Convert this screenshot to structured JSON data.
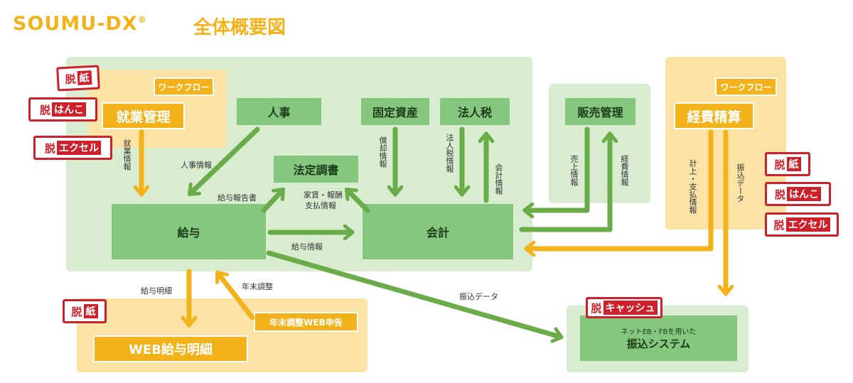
{
  "header": {
    "logo": "SOUMU-DX",
    "logo_mark": "®",
    "title": "全体概要図"
  },
  "colors": {
    "green_arrow": "#6aac4a",
    "yellow_arrow": "#f3b21a",
    "stamp_red": "#cf1f2a",
    "logo_yellow": "#f3b21a"
  },
  "boxes": {
    "jinji": "人事",
    "hotei": "法定調書",
    "kotei": "固定資産",
    "hojinzei": "法人税",
    "kyuyo": "給与",
    "kaikei": "会計",
    "hanbai": "販売管理",
    "shugyo": "就業管理",
    "keihi": "経費精算",
    "web_meisai": "WEB給与明細",
    "nenmatsu_web": "年末調整WEB申告",
    "furikomi_title": "振込システム",
    "furikomi_sub": "ネットEB・FBを用いた",
    "workflow_left": "ワークフロー",
    "workflow_right": "ワークフロー"
  },
  "stamps": {
    "prefix": "脱",
    "kami": "紙",
    "hanko": "はんこ",
    "excel": "エクセル",
    "cash": "キャッシュ"
  },
  "labels": {
    "shugyo_joho": "就業情報",
    "jinji_joho": "人事情報",
    "kyuyo_hokokusho": "給与報告書",
    "kachin_hoshu": "家賃・報酬",
    "shiharai_joho": "支払情報",
    "shokyaku_joho": "償却情報",
    "hojinzei_joho": "法人税情報",
    "kaikei_joho": "会計情報",
    "kyuyo_joho": "給与情報",
    "uriage_joho": "売上情報",
    "keihi_joho": "経費情報",
    "keijo_shiharai": "計上・支払情報",
    "furikomi_data_v": "振込データ",
    "furikomi_data": "振込データ",
    "kyuyo_meisai": "給与明細",
    "nenmatsu_chosei": "年末調整"
  }
}
